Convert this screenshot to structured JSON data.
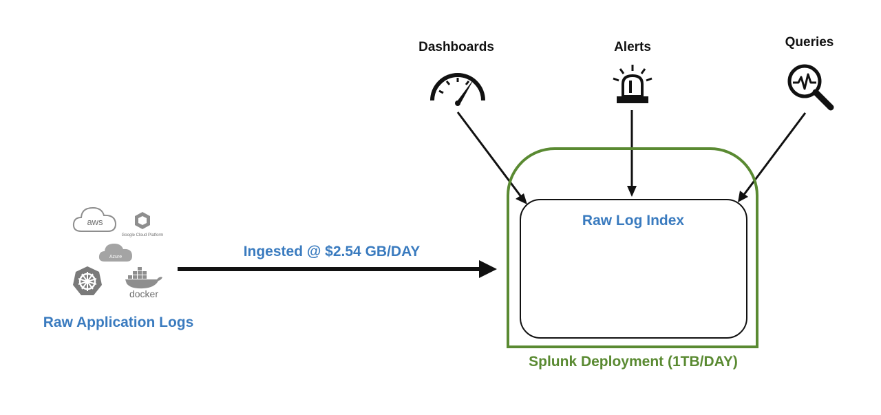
{
  "sources": {
    "label": "Raw Application Logs",
    "logos": [
      {
        "name": "aws",
        "text": "aws"
      },
      {
        "name": "google-cloud-platform",
        "text": "Google Cloud Platform"
      },
      {
        "name": "azure",
        "text": "Azure"
      },
      {
        "name": "kubernetes",
        "text": ""
      },
      {
        "name": "docker",
        "text": "docker"
      }
    ]
  },
  "ingest": {
    "label": "Ingested @ $2.54 GB/DAY"
  },
  "deployment": {
    "label": "Splunk Deployment (1TB/DAY)"
  },
  "index": {
    "label": "Raw Log Index"
  },
  "consumers": [
    {
      "label": "Dashboards",
      "icon": "speedometer-icon"
    },
    {
      "label": "Alerts",
      "icon": "siren-icon"
    },
    {
      "label": "Queries",
      "icon": "magnifier-waveform-icon"
    }
  ],
  "colors": {
    "blue": "#3a7bbf",
    "green": "#5a8a32",
    "dark": "#111111",
    "logo_gray": "#8e8e8e"
  }
}
